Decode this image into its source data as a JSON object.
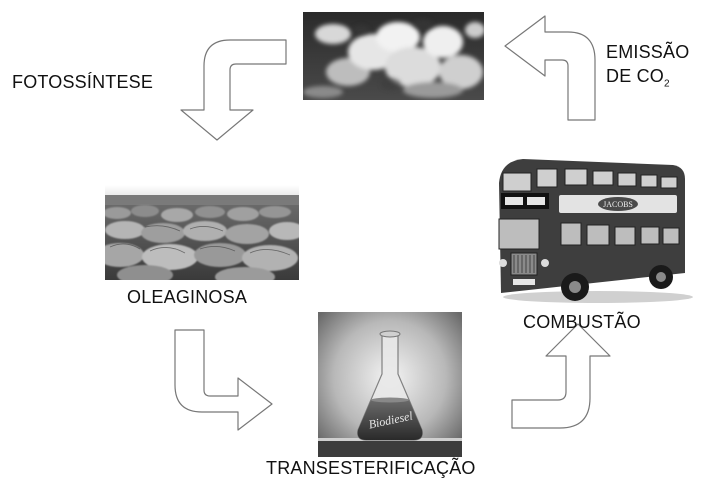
{
  "diagram": {
    "labels": {
      "photosynthesis": "FOTOSSÍNTESE",
      "emission_line1": "EMISSÃO",
      "emission_line2": "DE CO",
      "emission_subscript": "2",
      "oilseed": "OLEAGINOSA",
      "transesterification": "TRANSESTERIFICAÇÃO",
      "combustion": "COMBUSTÃO"
    },
    "images": {
      "clouds": "clouds-photo",
      "crop": "oilseed-crop-photo",
      "flask": "biodiesel-flask-photo",
      "bus": "double-decker-bus-photo"
    },
    "flask_label": "Biodiesel",
    "bus_side_text": "JACOBS",
    "arrow_style": {
      "fill": "#ffffff",
      "stroke": "#777777"
    }
  }
}
